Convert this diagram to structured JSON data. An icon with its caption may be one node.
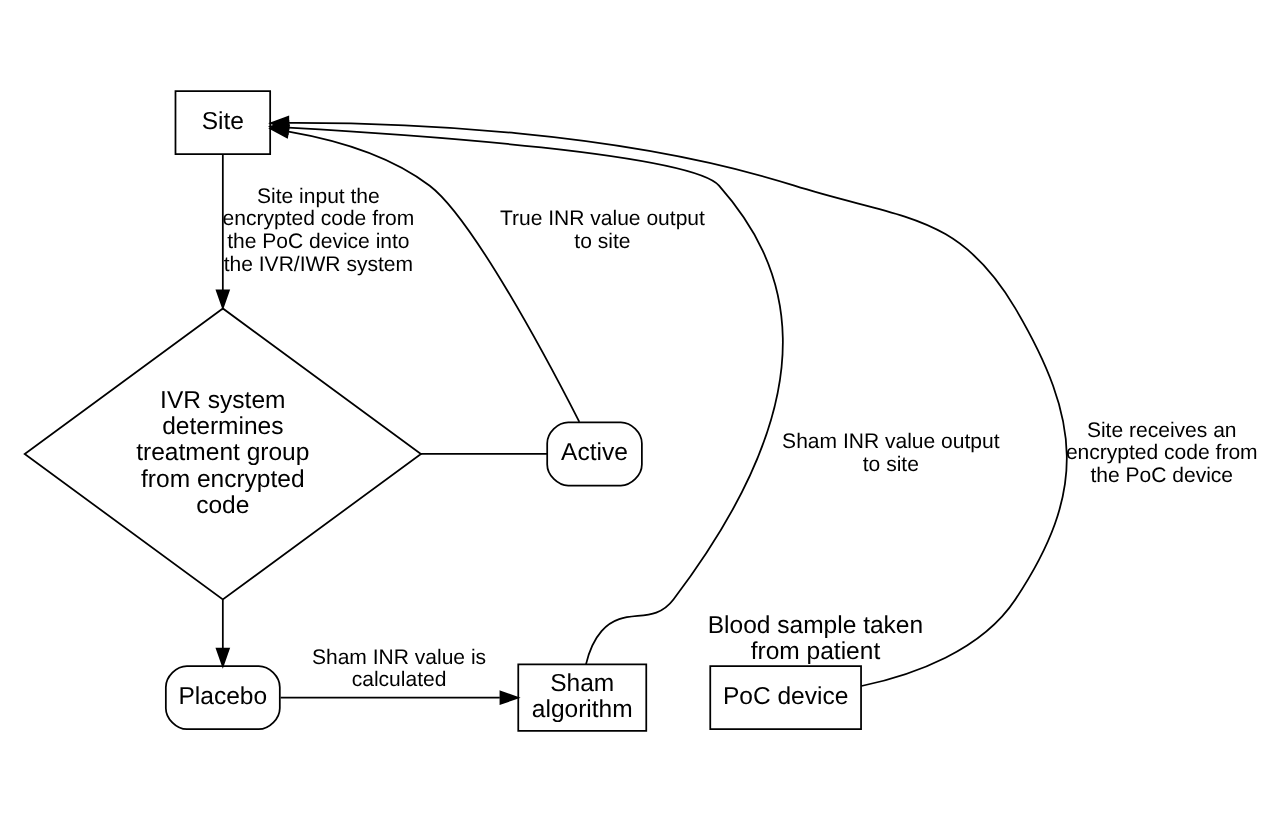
{
  "diagram": {
    "nodes": [
      {
        "text": [
          "Site"
        ]
      },
      {
        "text": [
          "IVR system determines treatment group from encrypted code"
        ]
      },
      {
        "text": [
          "Active"
        ]
      },
      {
        "text": [
          "Placebo"
        ]
      },
      {
        "text": [
          "Sham algorithm"
        ]
      },
      {
        "text": [
          "PoC device"
        ],
        "beside": [
          "Blood sample taken from patient"
        ]
      }
    ],
    "edges": [
      {
        "from": 0,
        "to": 1,
        "arrow": "to",
        "label": "Site input the encrypted code from the PoC device into the IVR/IWR system"
      },
      {
        "from": 1,
        "to": 2,
        "arrow": "none"
      },
      {
        "from": 1,
        "to": 3,
        "arrow": "to"
      },
      {
        "from": 2,
        "to": 0,
        "arrow": "to",
        "label": "True INR value output to site"
      },
      {
        "from": 3,
        "to": 4,
        "arrow": "to",
        "label": "Sham INR value is calculated"
      },
      {
        "from": 4,
        "to": 0,
        "arrow": "to",
        "label": "Sham INR value output to site"
      },
      {
        "from": 5,
        "to": 0,
        "arrow": "to",
        "label": "Site receives an encrypted code from the PoC device"
      }
    ]
  }
}
